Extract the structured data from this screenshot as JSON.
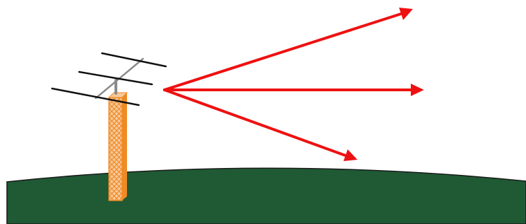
{
  "colors": {
    "background": "#ffffff",
    "ground_fill": "#1f5a34",
    "ground_stroke": "#1a1a1a",
    "mast_fill": "#f6c99a",
    "mast_lattice": "#f08a24",
    "boom": "#8a8a8a",
    "element": "#111111",
    "signal_arrow": "#ee1111"
  },
  "icons": {
    "antenna": "yagi-antenna-icon",
    "mast": "lattice-tower-icon",
    "ground": "hill-terrain",
    "beam": "radiation-arrow-icon"
  },
  "antenna": {
    "element_count": 3
  },
  "radiation_pattern": {
    "arrow_count": 3,
    "directions": [
      "upward",
      "horizontal",
      "downward"
    ]
  }
}
